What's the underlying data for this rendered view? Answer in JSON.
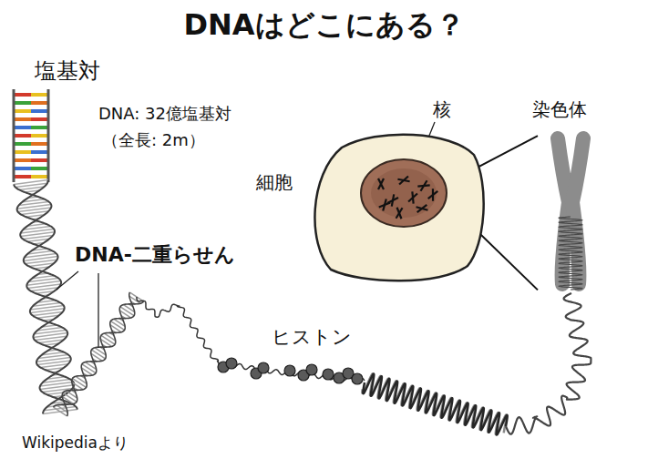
{
  "diagram": {
    "title": "DNAはどこにある？",
    "nodes": [
      {
        "text": [
          "細胞"
        ]
      },
      {
        "text": [
          "核"
        ],
        "in": 0
      },
      {
        "text": [
          "染色体"
        ]
      }
    ],
    "edges": [
      {
        "from": 1,
        "to": 2,
        "arrow": "none"
      },
      {
        "from": 1,
        "to": 2,
        "arrow": "none"
      }
    ],
    "labels": [
      "塩基対",
      "DNA: 32億塩基対",
      "（全長: 2m）",
      "DNA-二重らせん",
      "ヒストン",
      "Wikipediaより"
    ]
  }
}
